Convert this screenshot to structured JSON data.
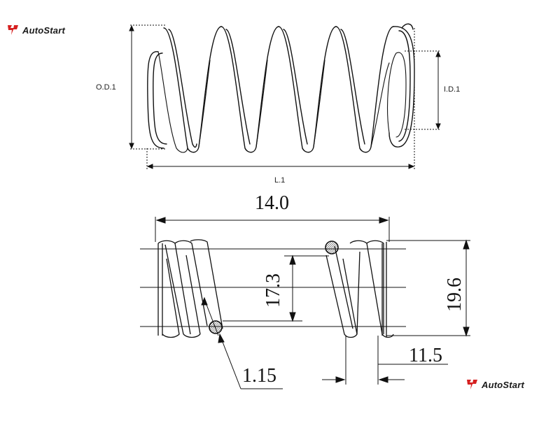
{
  "brand": {
    "name": "AutoStart",
    "color": "#d62020"
  },
  "top_diagram": {
    "od_label": "O.D.1",
    "id_label": "I.D.1",
    "length_label": "L.1"
  },
  "bottom_diagram": {
    "length": "14.0",
    "inner_diameter": "17.3",
    "outer_diameter": "19.6",
    "wire_diameter": "1.15",
    "end_length": "11.5"
  }
}
